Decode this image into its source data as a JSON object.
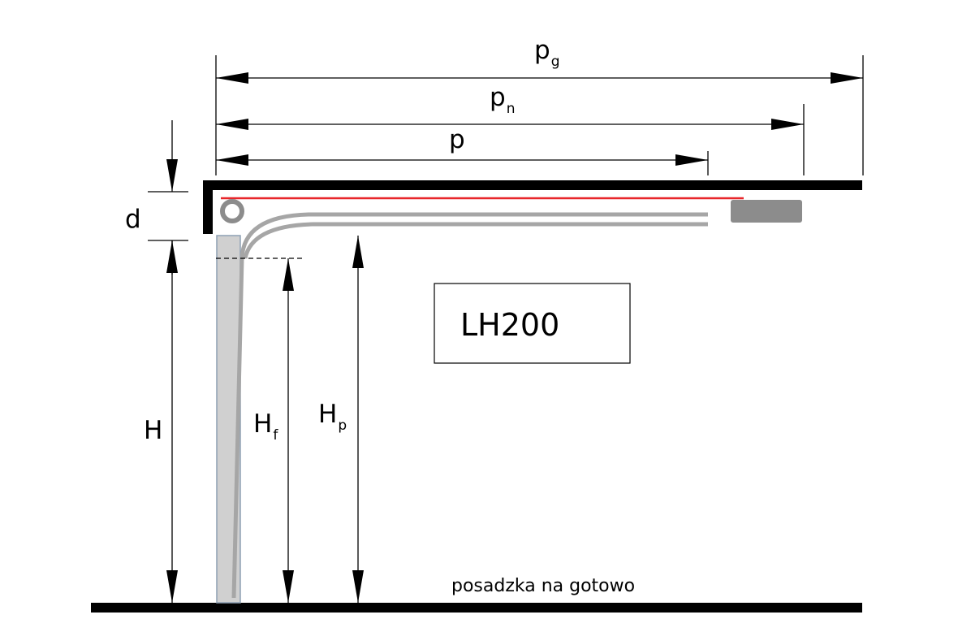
{
  "labels": {
    "pg": {
      "main": "p",
      "sub": "g"
    },
    "pn": {
      "main": "p",
      "sub": "n"
    },
    "p": {
      "main": "p"
    },
    "d": {
      "main": "d"
    },
    "H": {
      "main": "H"
    },
    "Hf": {
      "main": "H",
      "sub": "f"
    },
    "Hp": {
      "main": "H",
      "sub": "p"
    }
  },
  "model": "LH200",
  "floor_label": "posadzka na gotowo",
  "colors": {
    "structure": "#000000",
    "spring_line": "#e8262a",
    "rail": "#a6a6a6",
    "door_panel": "#d0d0d0",
    "door_panel_border": "#8ea0b4",
    "motor": "#8c8c8c"
  }
}
